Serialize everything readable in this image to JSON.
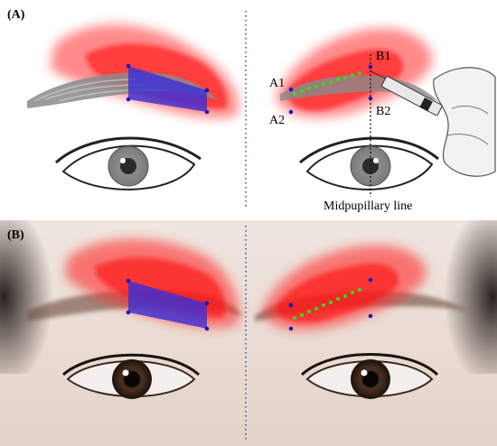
{
  "panels": {
    "a_label": "(A)",
    "b_label": "(B)"
  },
  "points": {
    "a1": "A1",
    "a2": "A2",
    "b1": "B1",
    "b2": "B2"
  },
  "annotations": {
    "midpupillary": "Midpupillary line"
  },
  "colors": {
    "red_zone": "#ff1a1a",
    "blue_zone": "#3a2fd6",
    "blue_point": "#1a1ab8",
    "green_dot": "#33dd22",
    "dotted_midline": "#2a5fb0"
  }
}
